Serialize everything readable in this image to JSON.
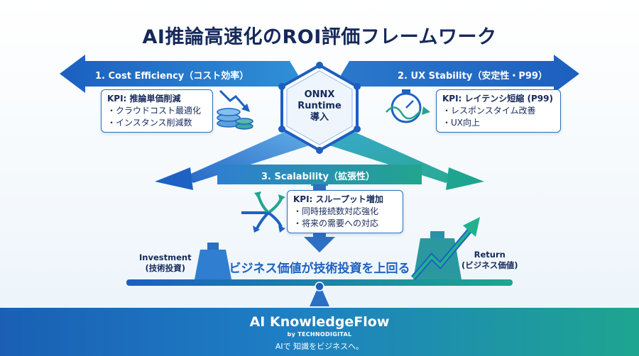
{
  "title": "AI推論高速化のROI評価フレームワーク",
  "center": {
    "line1": "ONNX",
    "line2": "Runtime",
    "line3": "導入"
  },
  "pillars": [
    {
      "label": "1. Cost Efficiency（コスト効率）",
      "kpi_title": "KPI: 推論単価削減",
      "items": [
        "・クラウドコスト最適化",
        "・インスタンス削減数"
      ]
    },
    {
      "label": "2. UX Stability（安定性・P99）",
      "kpi_title": "KPI: レイテンシ短縮 (P99)",
      "items": [
        "・レスポンスタイム改善",
        "・UX向上"
      ]
    },
    {
      "label": "3. Scalability（拡張性）",
      "kpi_title": "KPI: スループット増加",
      "items": [
        "・同時接続数対応強化",
        "・将来の需要への対応"
      ]
    }
  ],
  "balance": {
    "left_line1": "Investment",
    "left_line2": "(技術投資)",
    "right_line1": "Return",
    "right_line2": "(ビジネス価値)",
    "message": "ビジネス価値が技術投資を上回る"
  },
  "footer": {
    "brand": "AI KnowledgeFlow",
    "by": "by TECHNODIGITAL",
    "tagline": "AIで 知識をビジネスへ。"
  },
  "colors": {
    "primary": "#1d62c2",
    "teal": "#1ea58f",
    "navy": "#15295a"
  }
}
